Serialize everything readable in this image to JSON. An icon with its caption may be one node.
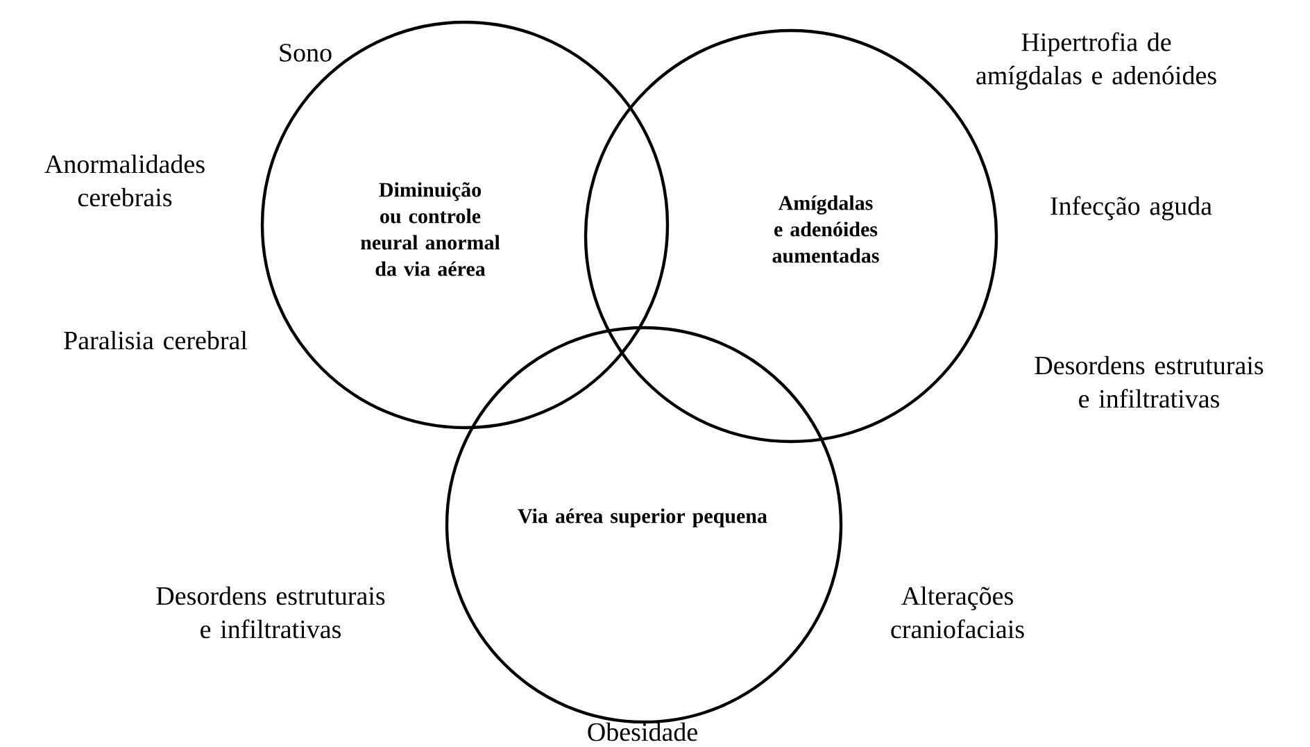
{
  "diagram": {
    "nodes": [
      {
        "text": [
          "Diminuição ou controle neural anormal da via aérea"
        ]
      },
      {
        "text": [
          "Amígdalas e adenóides aumentadas"
        ]
      },
      {
        "text": [
          "Via aérea superior pequena"
        ]
      }
    ],
    "labels": [
      "Sono",
      "Hipertrofia de amígdalas e adenóides",
      "Anormalidades cerebrais",
      "Infecção aguda",
      "Paralisia cerebral",
      "Desordens estruturais e infiltrativas",
      "Desordens estruturais e infiltrativas",
      "Alterações craniofaciais",
      "Obesidade"
    ]
  }
}
